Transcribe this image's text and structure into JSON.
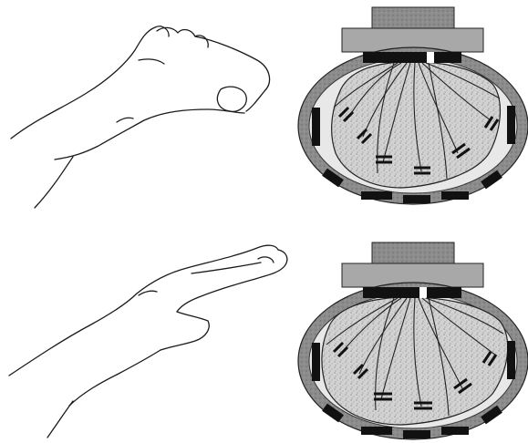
{
  "figure": {
    "panels": [
      {
        "hand_pose": "fist",
        "sensor_cross_section": "relaxed"
      },
      {
        "hand_pose": "flat-extended",
        "sensor_cross_section": "compressed"
      }
    ],
    "colors": {
      "line": "#1a1a1a",
      "outer_band": "#8a8a8a",
      "inner_tissue": "#cfcfcf",
      "electrode": "#111111",
      "connector_top": "#6e6e6e",
      "connector_plate": "#a8a8a8"
    }
  }
}
